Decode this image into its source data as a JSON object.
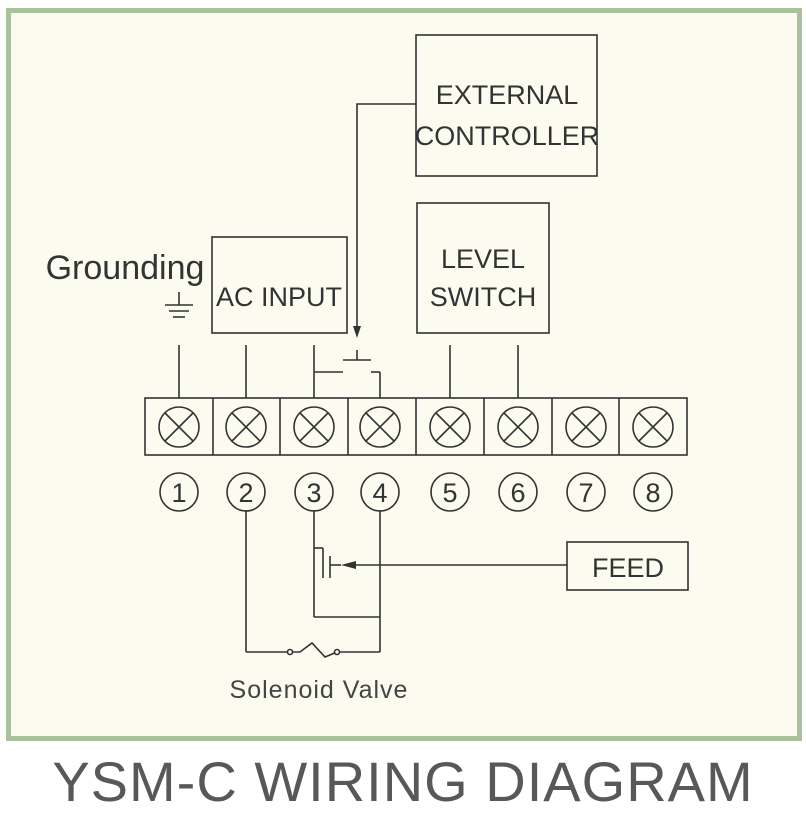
{
  "labels": {
    "grounding": "Grounding",
    "ac_input": "AC INPUT",
    "external_controller_line1": "EXTERNAL",
    "external_controller_line2": "CONTROLLER",
    "level_switch_line1": "LEVEL",
    "level_switch_line2": "SWITCH",
    "feed": "FEED",
    "solenoid_valve": "Solenoid Valve"
  },
  "terminals": [
    "1",
    "2",
    "3",
    "4",
    "5",
    "6",
    "7",
    "8"
  ],
  "title": "YSM-C WIRING DIAGRAM",
  "colors": {
    "border": "#a8c39b",
    "background": "#fbfbf0",
    "line": "#333333",
    "title": "#58585a"
  }
}
